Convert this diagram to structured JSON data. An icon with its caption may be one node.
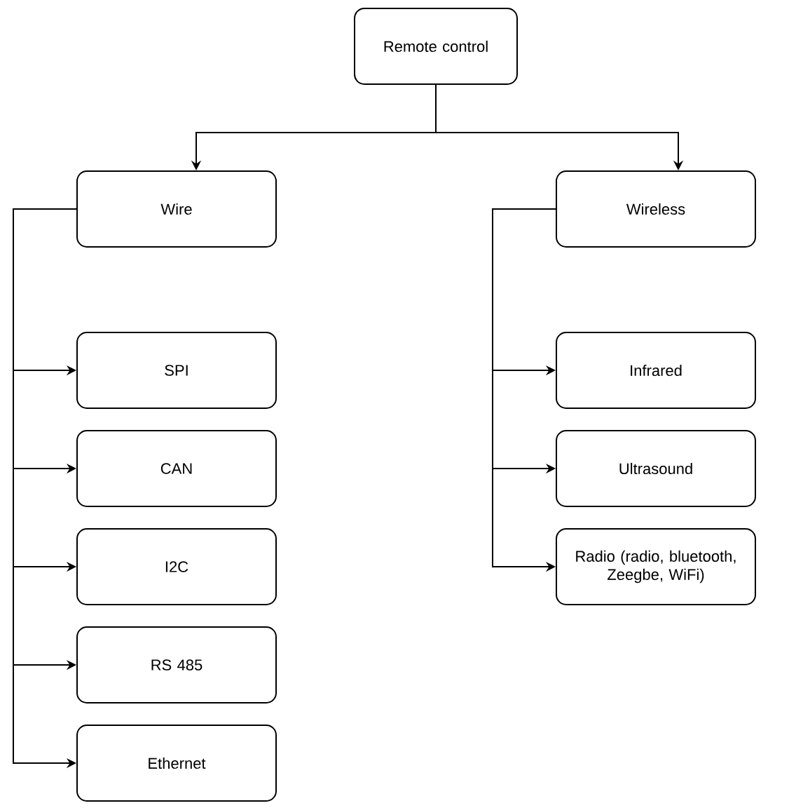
{
  "diagram": {
    "nodes": [
      {
        "text": [
          "Remote control"
        ]
      },
      {
        "text": [
          "Wire"
        ]
      },
      {
        "text": [
          "Wireless"
        ]
      },
      {
        "text": [
          "SPI"
        ]
      },
      {
        "text": [
          "CAN"
        ]
      },
      {
        "text": [
          "I2C"
        ]
      },
      {
        "text": [
          "RS 485"
        ]
      },
      {
        "text": [
          "Ethernet"
        ]
      },
      {
        "text": [
          "Infrared"
        ]
      },
      {
        "text": [
          "Ultrasound"
        ]
      },
      {
        "text": [
          "Radio (radio, bluetooth, Zeegbe, WiFi)"
        ]
      }
    ],
    "edges": [
      {
        "from": 0,
        "to": 1,
        "arrow": "to"
      },
      {
        "from": 0,
        "to": 2,
        "arrow": "to"
      },
      {
        "from": 1,
        "to": 3,
        "arrow": "to"
      },
      {
        "from": 1,
        "to": 4,
        "arrow": "to"
      },
      {
        "from": 1,
        "to": 5,
        "arrow": "to"
      },
      {
        "from": 1,
        "to": 6,
        "arrow": "to"
      },
      {
        "from": 1,
        "to": 7,
        "arrow": "to"
      },
      {
        "from": 2,
        "to": 8,
        "arrow": "to"
      },
      {
        "from": 2,
        "to": 9,
        "arrow": "to"
      },
      {
        "from": 2,
        "to": 10,
        "arrow": "to"
      }
    ]
  }
}
